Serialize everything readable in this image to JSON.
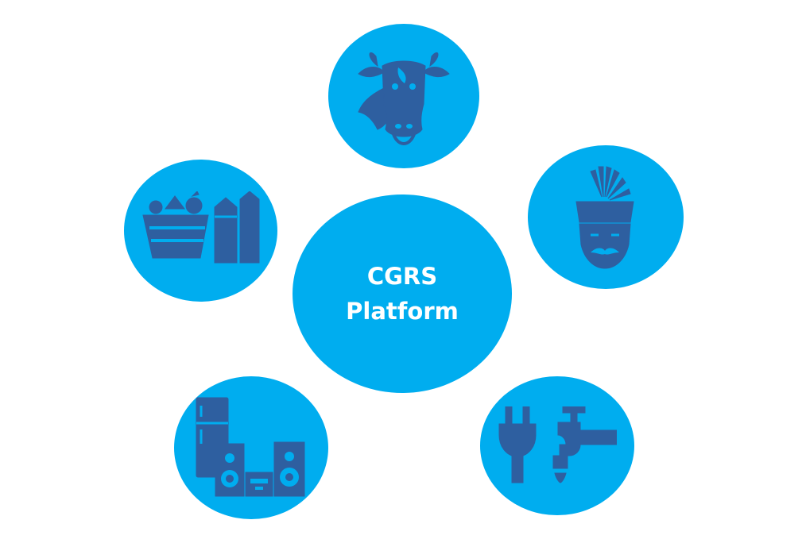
{
  "colors": {
    "bubble": "#00adef",
    "icon": "#2e5fa0",
    "text": "#ffffff",
    "background": "#ffffff"
  },
  "center": {
    "line1": "CGRS",
    "line2": "Platform"
  },
  "nodes": [
    {
      "id": "top",
      "icon": "cow-head-icon"
    },
    {
      "id": "right",
      "icon": "turbaned-man-icon"
    },
    {
      "id": "left",
      "icon": "grocery-basket-milk-icon"
    },
    {
      "id": "bottom-left",
      "icon": "fridge-stereo-icon"
    },
    {
      "id": "bottom-right",
      "icon": "plug-tap-icon"
    }
  ]
}
